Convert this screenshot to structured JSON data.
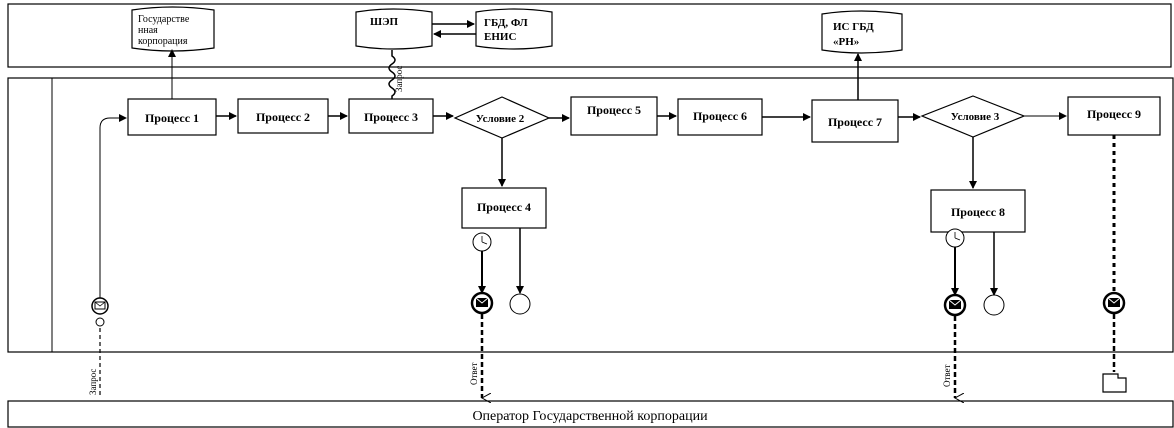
{
  "top_lane": {
    "doc_gos_corp": [
      "Государстве",
      "нная",
      "корпорация"
    ],
    "shep": "ШЭП",
    "gbd_fl": [
      "ГБД, ФЛ",
      "ЕНИС"
    ],
    "is_gbd_rn": [
      "ИС ГБД",
      "«РН»"
    ]
  },
  "processes": {
    "p1": "Процесс 1",
    "p2": "Процесс 2",
    "p3": "Процесс 3",
    "p4": "Процесс 4",
    "p5": "Процесс 5",
    "p6": "Процесс 6",
    "p7": "Процесс 7",
    "p8": "Процесс 8",
    "p9": "Процесс 9"
  },
  "conditions": {
    "c2": "Условие 2",
    "c3": "Условие 3"
  },
  "bottom_lane": {
    "label": "Оператор Государственной корпорации"
  },
  "rotated_labels": {
    "request": "Запрос",
    "answer_1": "Ответ",
    "answer_2": "Ответ",
    "shep_link": "Запрос"
  }
}
